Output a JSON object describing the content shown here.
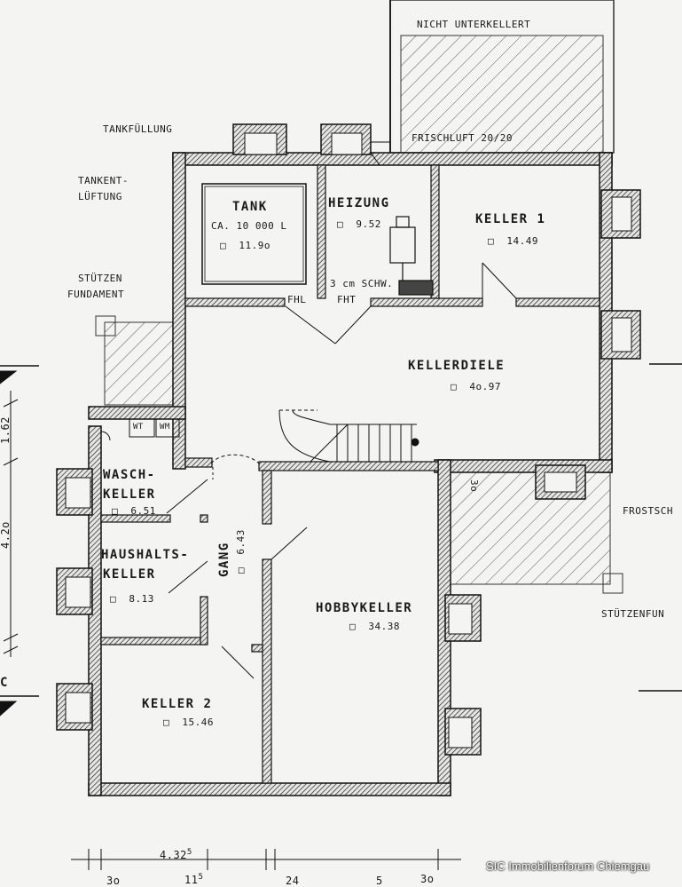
{
  "plan": {
    "unterkellert_note": "NICHT  UNTERKELLERT",
    "frischluft": "FRISCHLUFT  20/20",
    "tankfuellung": "TANKFÜLLUNG",
    "tankentlueftung_1": "TANKENT-",
    "tankentlueftung_2": "LÜFTUNG",
    "stuetzen_1": "STÜTZEN",
    "stuetzen_2": "FUNDAMENT",
    "frostschutz": "FROSTSCH",
    "stuetzenfund_right": "STÜTZENFUN",
    "schwelle": "3 cm SCHW.",
    "fhl": "FHL",
    "fht": "FHT",
    "wt": "WT",
    "wm": "WM",
    "dim_30_right": "3o"
  },
  "rooms": {
    "tank": {
      "name": "TANK",
      "note": "CA. 10 000 L",
      "area": "11.9o"
    },
    "heizung": {
      "name": "HEIZUNG",
      "area": "9.52"
    },
    "keller1": {
      "name": "KELLER 1",
      "area": "14.49"
    },
    "kellerdiele": {
      "name": "KELLERDIELE",
      "area": "4o.97"
    },
    "waschkeller": {
      "name1": "WASCH-",
      "name2": "KELLER",
      "area": "6.51"
    },
    "haushaltskeller": {
      "name1": "HAUSHALTS-",
      "name2": "KELLER",
      "area": "8.13"
    },
    "gang": {
      "name": "GANG",
      "area": "6.43"
    },
    "hobbykeller": {
      "name": "HOBBYKELLER",
      "area": "34.38"
    },
    "keller2": {
      "name": "KELLER 2",
      "area": "15.46"
    }
  },
  "dimensions": {
    "left_162": "1.62",
    "left_420": "4.2o",
    "bottom_432": "4.32",
    "bottom_432_sup": "5",
    "bottom_30a": "3o",
    "bottom_115": "11",
    "bottom_115_sup": "5",
    "bottom_24": "24",
    "bottom_5": "5",
    "bottom_30b": "3o"
  },
  "section_marks": {
    "c_mark": "C"
  },
  "watermark": "SIC Immobilienforum Chiemgau"
}
